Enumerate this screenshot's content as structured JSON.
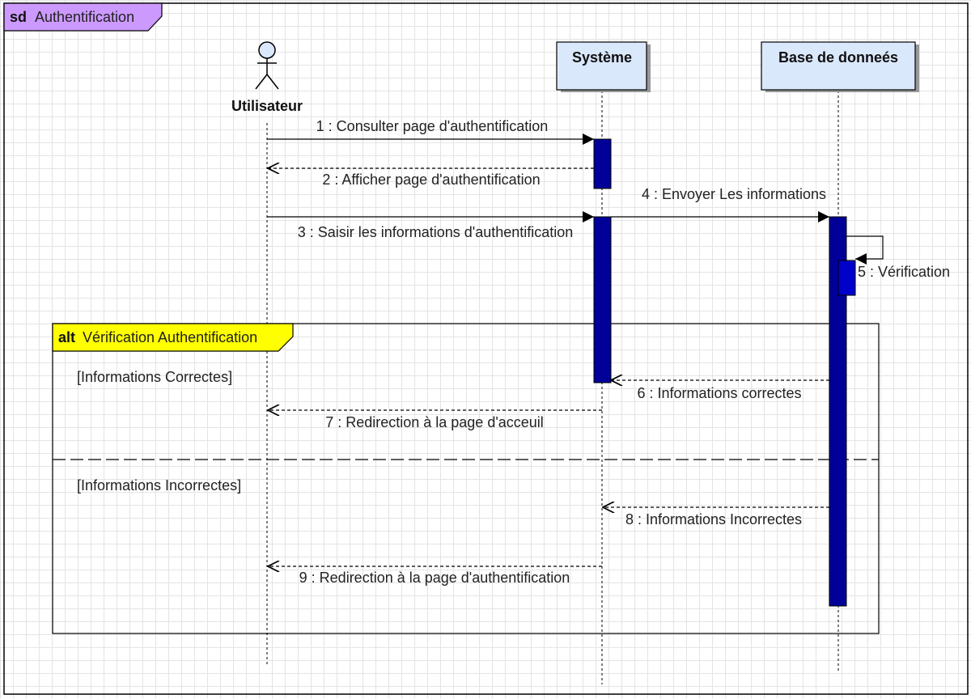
{
  "frame": {
    "keyword": "sd",
    "title": "Authentification",
    "color": "#cc99ff"
  },
  "lifelines": {
    "actor": {
      "name": "Utilisateur"
    },
    "system": {
      "name": "Système"
    },
    "database": {
      "name": "Base de donneés"
    }
  },
  "messages": {
    "m1": "1 : Consulter page d'authentification",
    "m2": "2 : Afficher page d'authentification",
    "m3": "3 : Saisir les informations d'authentification",
    "m4": "4 : Envoyer Les informations",
    "m5": "5 : Vérification",
    "m6": "6 : Informations correctes",
    "m7": "7 : Redirection à la page d'acceuil",
    "m8": "8 : Informations Incorrectes",
    "m9": "9 : Redirection à la page d'authentification"
  },
  "alt": {
    "keyword": "alt",
    "title": "Vérification Authentification",
    "color": "#ffff00",
    "guard1": "[Informations Correctes]",
    "guard2": "[Informations Incorrectes]"
  },
  "colors": {
    "activation": "#000099",
    "activation_light": "#0000cc",
    "box": "#dae8fc"
  }
}
